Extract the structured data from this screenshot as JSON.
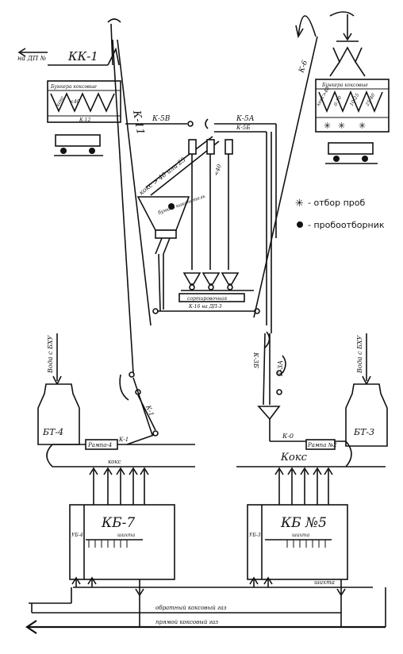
{
  "labels": {
    "kk1": "КК-1",
    "to_dp": "на ДП №",
    "k11": "К-11",
    "k6": "К-6",
    "k5v": "К-5В",
    "k5a": "К-5А",
    "k5b": "К-5Б",
    "bin_left_title": "Бункера коксовые",
    "bin_right_title": "Бункера коксовые",
    "koks_left": "кокс",
    "size_lt40": "<40",
    "k12": "К-12",
    "size_0_10": "0-10",
    "size_10_25": "10-25",
    "size_25_40": "25-40",
    "size_gt40": "кокс>40",
    "koks_gt40_25": "кокс > 40 или 25",
    "bunker_nakop": "бункер накопитель",
    "sort_plant": "сортировочная",
    "k16": "К-16 на ДП-3",
    "k3b": "К-3Б",
    "k3a": "К-3А",
    "k1": "К-1",
    "k0": "К-0",
    "water_left": "Вода с БХУ",
    "water_right": "Вода с БХУ",
    "bt4": "БТ-4",
    "bt3": "БТ-3",
    "rampa4": "Рампа-4",
    "rampa2": "Рампа №2",
    "koks_small": "кокс",
    "koks_big": "Кокс",
    "kb7": "КБ-7",
    "kb5": "КБ №5",
    "shikhta_left": "шихта",
    "shikhta_right": "шихта",
    "shikhta_pipe": "шихта",
    "ub4": "УБ-4",
    "ub3": "УБ-3",
    "return_gas": "обратный коксовый газ",
    "raw_gas": "прямой коксовый газ"
  },
  "legend": {
    "sample_take": "- отбор проб",
    "sampler": "- пробоотборник",
    "sample_take_icon": "asterisk-icon",
    "sampler_icon": "filled-circle-icon"
  }
}
